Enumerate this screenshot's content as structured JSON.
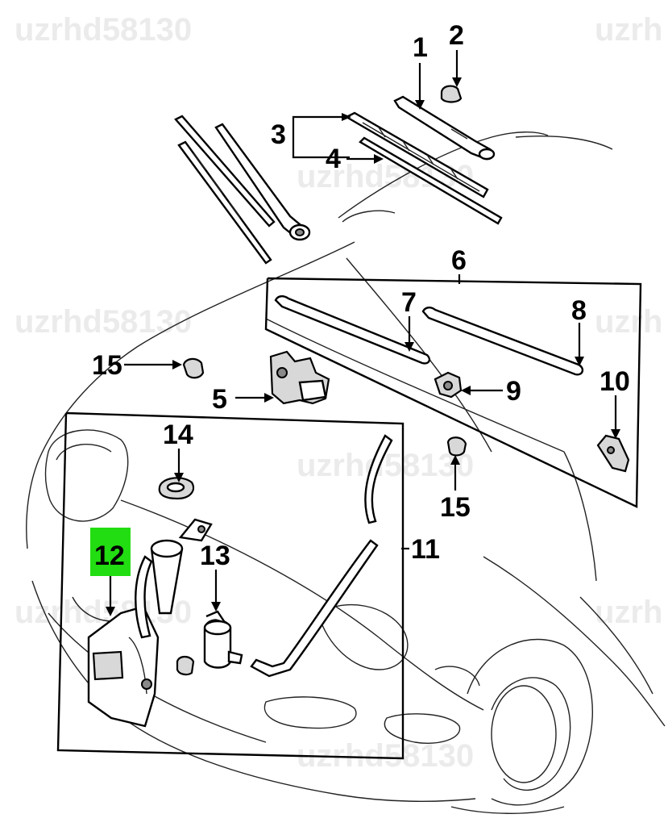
{
  "watermarks": {
    "top_left": "uzrhd58130",
    "top_right": "uzrh",
    "mid_wipers": "uzrhd58130",
    "left": "uzrhd58130",
    "right_mid": "uzrh",
    "center": "uzrhd58130",
    "left_low": "uzrhd58130",
    "right_low": "uzrh",
    "bottom": "uzrhd58130"
  },
  "callouts": {
    "c1": "1",
    "c2": "2",
    "c3": "3",
    "c4": "4",
    "c5": "5",
    "c6": "6",
    "c7": "7",
    "c8": "8",
    "c9": "9",
    "c10": "10",
    "c11": "11",
    "c12": "12",
    "c13": "13",
    "c14": "14",
    "c15a": "15",
    "c15b": "15"
  },
  "highlight_color": "#22dd11"
}
